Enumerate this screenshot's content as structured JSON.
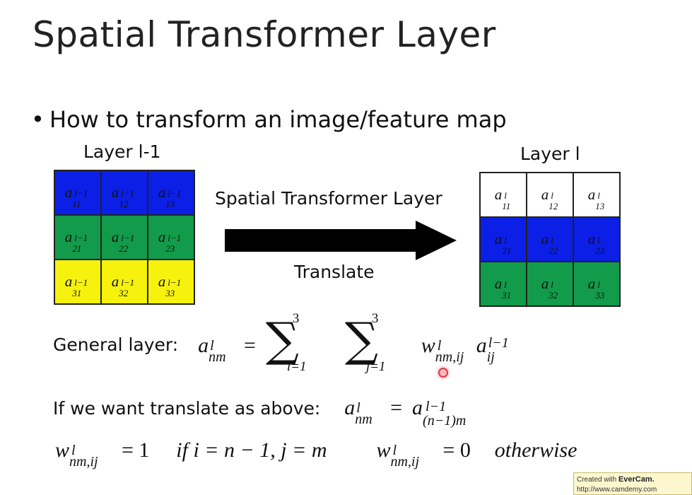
{
  "title": "Spatial Transformer Layer",
  "bullet": "How to transform an image/feature map",
  "left_grid": {
    "label": "Layer l-1",
    "cells": [
      [
        {
          "base": "a",
          "sup": "l−1",
          "sub": "11"
        },
        {
          "base": "a",
          "sup": "l−1",
          "sub": "12"
        },
        {
          "base": "a",
          "sup": "l−1",
          "sub": "13"
        }
      ],
      [
        {
          "base": "a",
          "sup": "l−1",
          "sub": "21"
        },
        {
          "base": "a",
          "sup": "l−1",
          "sub": "22"
        },
        {
          "base": "a",
          "sup": "l−1",
          "sub": "23"
        }
      ],
      [
        {
          "base": "a",
          "sup": "l−1",
          "sub": "31"
        },
        {
          "base": "a",
          "sup": "l−1",
          "sub": "32"
        },
        {
          "base": "a",
          "sup": "l−1",
          "sub": "33"
        }
      ]
    ],
    "row_colors": [
      "#0b1fe6",
      "#129b4a",
      "#f6f20e"
    ]
  },
  "right_grid": {
    "label": "Layer l",
    "cells": [
      [
        {
          "base": "a",
          "sup": "l",
          "sub": "11"
        },
        {
          "base": "a",
          "sup": "l",
          "sub": "12"
        },
        {
          "base": "a",
          "sup": "l",
          "sub": "13"
        }
      ],
      [
        {
          "base": "a",
          "sup": "l",
          "sub": "21"
        },
        {
          "base": "a",
          "sup": "l",
          "sub": "22"
        },
        {
          "base": "a",
          "sup": "l",
          "sub": "23"
        }
      ],
      [
        {
          "base": "a",
          "sup": "l",
          "sub": "31"
        },
        {
          "base": "a",
          "sup": "l",
          "sub": "32"
        },
        {
          "base": "a",
          "sup": "l",
          "sub": "33"
        }
      ]
    ],
    "row_colors": [
      "#ffffff",
      "#0b1fe6",
      "#129b4a"
    ]
  },
  "arrow": {
    "top_label": "Spatial Transformer Layer",
    "bottom_label": "Translate"
  },
  "equation_general": {
    "prefix": "General layer:",
    "lhs_base": "a",
    "lhs_sup": "l",
    "lhs_sub": "nm",
    "equals": "=",
    "sum1_top": "3",
    "sum1_bot": "i=1",
    "sum2_top": "3",
    "sum2_bot": "j=1",
    "w_base": "w",
    "w_sup": "l",
    "w_sub": "nm,ij",
    "a_base": "a",
    "a_sup": "l−1",
    "a_sub": "ij"
  },
  "equation_translate": {
    "prefix": "If we want translate as above:",
    "lhs_base": "a",
    "lhs_sup": "l",
    "lhs_sub": "nm",
    "equals": "=",
    "rhs_base": "a",
    "rhs_sup": "l−1",
    "rhs_sub": "(n−1)m"
  },
  "equation_weights": {
    "w1_base": "w",
    "w1_sup": "l",
    "w1_sub": "nm,ij",
    "w1_rest": "= 1",
    "cond": "if i = n − 1, j = m",
    "w2_base": "w",
    "w2_sup": "l",
    "w2_sub": "nm,ij",
    "w2_rest": "= 0",
    "otherwise": "otherwise"
  },
  "watermark": {
    "line1_prefix": "Created with ",
    "line1_brand": "EverCam.",
    "line2": "http://www.camdemy.com"
  }
}
